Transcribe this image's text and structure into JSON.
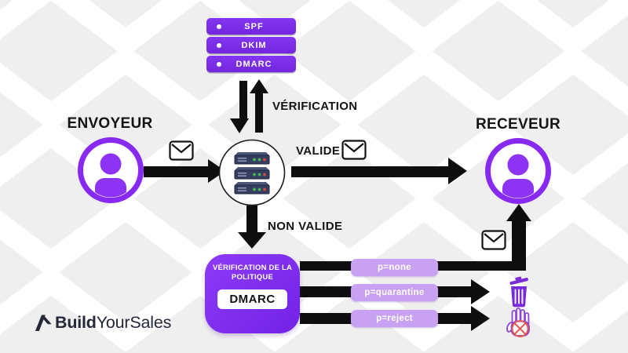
{
  "auth_stack": {
    "items": [
      {
        "label": "SPF"
      },
      {
        "label": "DKIM"
      },
      {
        "label": "DMARC"
      }
    ]
  },
  "flow": {
    "verification_label": "VÉRIFICATION",
    "sender_label": "ENVOYEUR",
    "receiver_label": "RECEVEUR",
    "valid_label": "VALIDE",
    "invalid_label": "NON VALIDE"
  },
  "policy_box": {
    "title_line1": "VÉRIFICATION DE LA",
    "title_line2": "POLITIQUE",
    "badge": "DMARC"
  },
  "policies": [
    {
      "label": "p=none",
      "outcome": "delivered-to-receiver"
    },
    {
      "label": "p=quarantine",
      "outcome": "trash"
    },
    {
      "label": "p=reject",
      "outcome": "blocked"
    }
  ],
  "logo": {
    "bold": "Build",
    "regular": "YourSales"
  },
  "colors": {
    "purple": "#7b2af0",
    "light_purple": "#c9a1f2",
    "avatar_purple": "#8a2bf2",
    "arrow_black": "#0e0e0e",
    "background": "#f0eff0",
    "chevron": "#ffffff",
    "trash_purple": "#7a2bd9",
    "block_orange": "#e2574c"
  }
}
